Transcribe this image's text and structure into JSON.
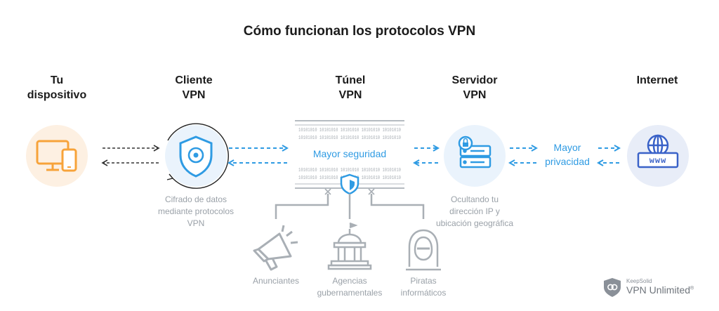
{
  "title": "Cómo funcionan los protocolos VPN",
  "columns": {
    "device": {
      "line1": "Tu",
      "line2": "dispositivo"
    },
    "client": {
      "line1": "Cliente",
      "line2": "VPN"
    },
    "tunnel": {
      "line1": "Túnel",
      "line2": "VPN"
    },
    "server": {
      "line1": "Servidor",
      "line2": "VPN"
    },
    "internet": {
      "line1": "Internet"
    }
  },
  "tunnel": {
    "label": "Mayor seguridad",
    "binary_row": "10101010 10101010 10101010 10101010 10101010"
  },
  "privacy": {
    "line1": "Mayor",
    "line2": "privacidad"
  },
  "captions": {
    "client": [
      "Cifrado de datos",
      "mediante protocolos",
      "VPN"
    ],
    "server": [
      "Ocultando tu",
      "dirección IP y",
      "ubicación geográfica"
    ]
  },
  "threats": [
    {
      "lines": [
        "Anunciantes"
      ],
      "icon": "megaphone-icon"
    },
    {
      "lines": [
        "Agencias",
        "gubernamentales"
      ],
      "icon": "government-building-icon"
    },
    {
      "lines": [
        "Piratas",
        "informáticos"
      ],
      "icon": "hacker-icon"
    }
  ],
  "internet_icon_text": "www",
  "brand": {
    "small": "KeepSolid",
    "big": "VPN Unlimited",
    "mark": "®"
  },
  "colors": {
    "blue": "#2f9be3",
    "orange": "#f7a33a",
    "orange_bg": "#fdf0e2",
    "blue_bg": "#eaf3fc",
    "navy": "#3a62c8",
    "gray": "#a9afb5"
  }
}
